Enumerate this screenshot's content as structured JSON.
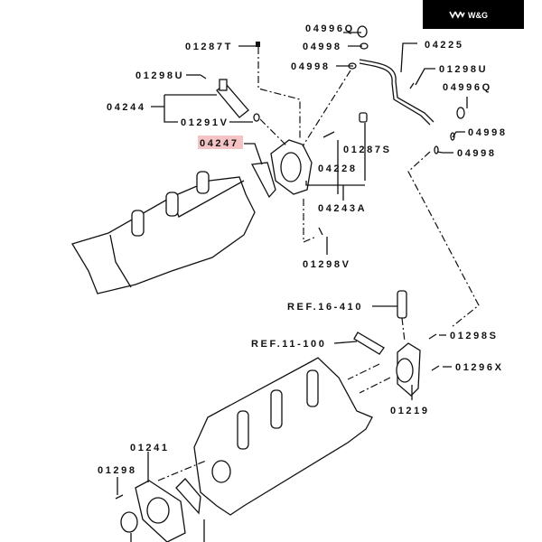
{
  "logo": {
    "text": "W&G"
  },
  "highlight_color": "#f4c4c4",
  "labels": {
    "p04996q_top": "04996Q",
    "p01287t": "01287T",
    "p04998_a": "04998",
    "p04225": "04225",
    "p04998_b": "04998",
    "p01298u_left": "01298U",
    "p01298u_right": "01298U",
    "p04996q_right": "04996Q",
    "p04244": "04244",
    "p01291v": "01291V",
    "p04998_c": "04998",
    "p04247": "04247",
    "p01287s": "01287S",
    "p04998_d": "04998",
    "p04228": "04228",
    "p04243a": "04243A",
    "p01298v": "01298V",
    "ref16": "REF.16-410",
    "p01298s": "01298S",
    "ref11": "REF.11-100",
    "p01296x": "01296X",
    "p01219": "01219",
    "p01241": "01241",
    "p01298": "01298"
  }
}
